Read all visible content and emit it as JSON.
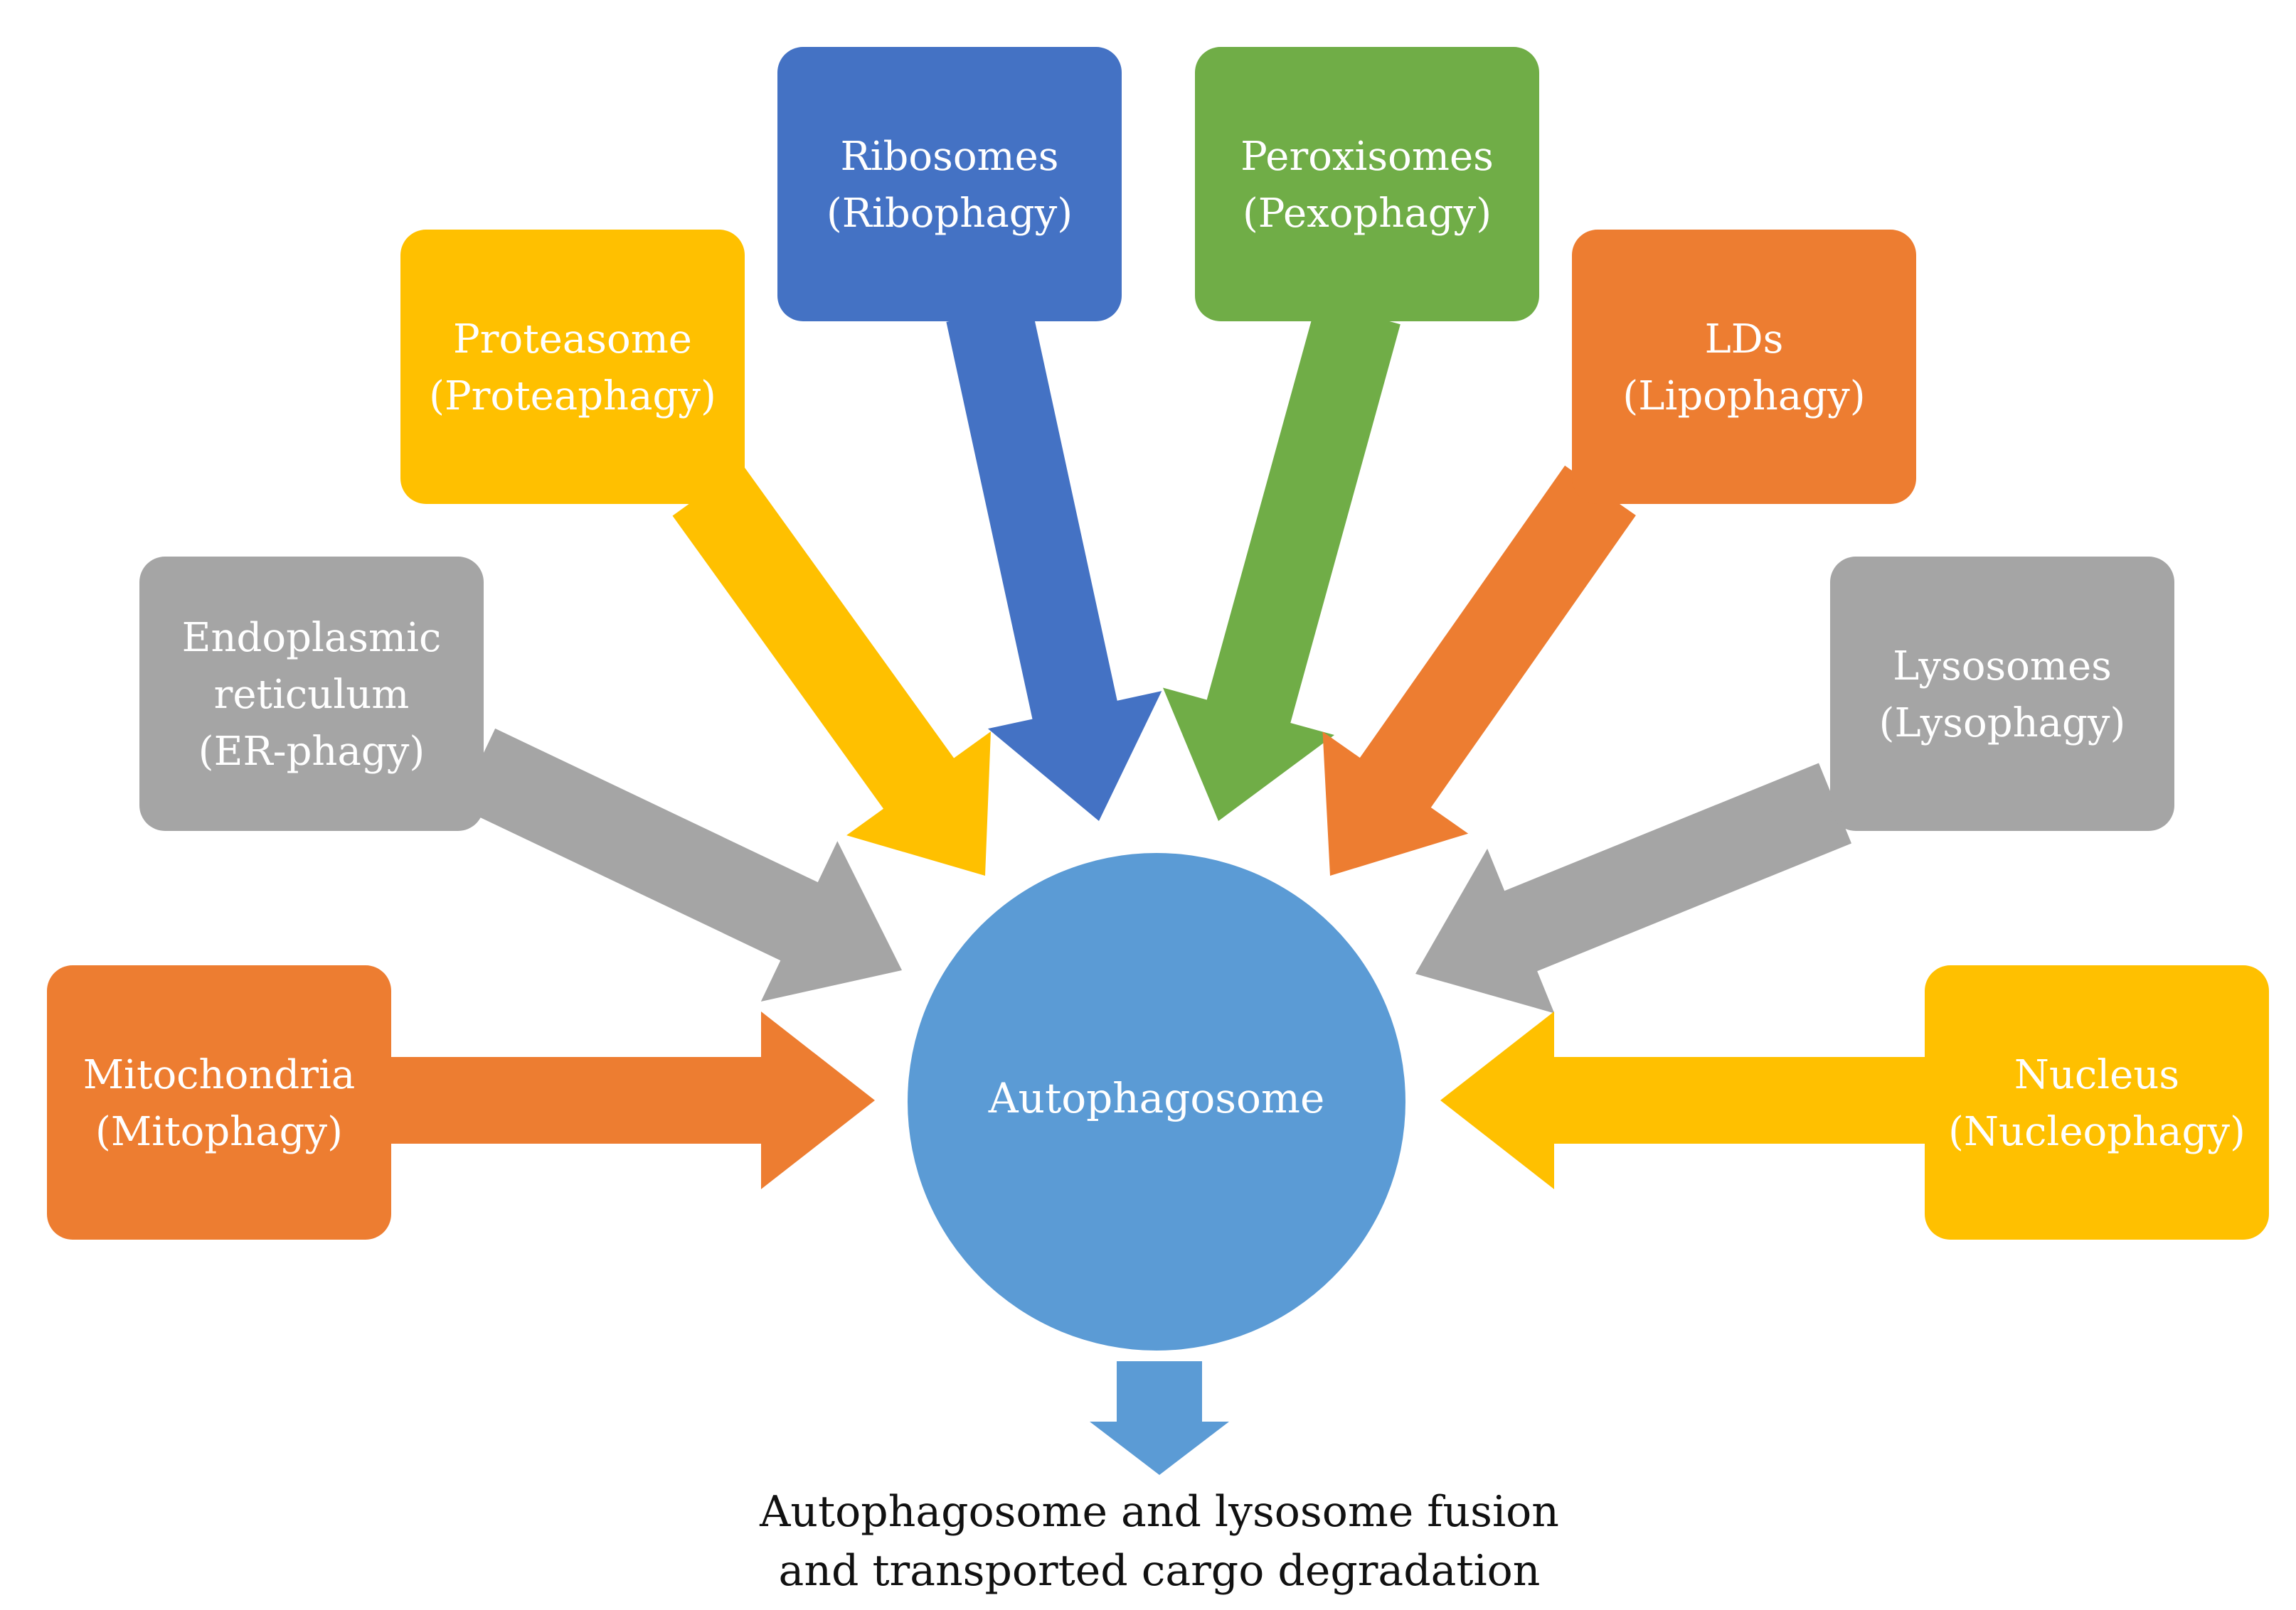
{
  "center": {
    "label": "Autophagosome",
    "color": "#5B9BD5"
  },
  "outcome": {
    "lines": [
      "Autophagosome and lysosome fusion",
      "and transported cargo degradation"
    ]
  },
  "nodes": [
    {
      "key": "mitochondria",
      "lines": [
        "Mitochondria",
        "(Mitophagy)"
      ],
      "color": "#ED7D31"
    },
    {
      "key": "endoplasmic-reticulum",
      "lines": [
        "Endoplasmic",
        "reticulum",
        "(ER-phagy)"
      ],
      "color": "#A5A5A5"
    },
    {
      "key": "proteasome",
      "lines": [
        "Proteasome",
        "(Proteaphagy)"
      ],
      "color": "#FFC000"
    },
    {
      "key": "ribosomes",
      "lines": [
        "Ribosomes",
        "(Ribophagy)"
      ],
      "color": "#4472C4"
    },
    {
      "key": "peroxisomes",
      "lines": [
        "Peroxisomes",
        "(Pexophagy)"
      ],
      "color": "#70AD47"
    },
    {
      "key": "lds",
      "lines": [
        "LDs",
        "(Lipophagy)"
      ],
      "color": "#ED7D31"
    },
    {
      "key": "lysosomes",
      "lines": [
        "Lysosomes",
        "(Lysophagy)"
      ],
      "color": "#A5A5A5"
    },
    {
      "key": "nucleus",
      "lines": [
        "Nucleus",
        "(Nucleophagy)"
      ],
      "color": "#FFC000"
    }
  ]
}
